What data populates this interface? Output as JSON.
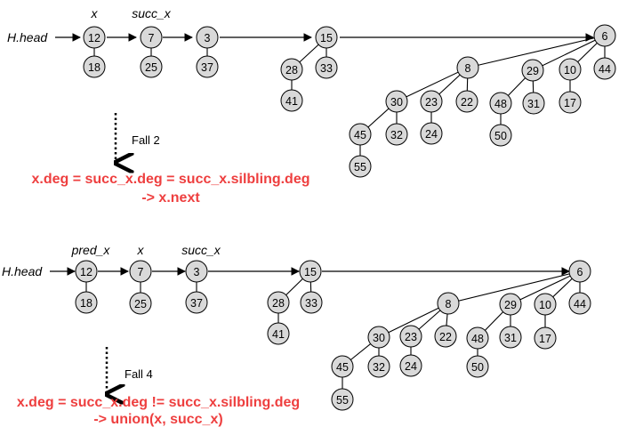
{
  "colors": {
    "node_fill": "#d9d9d9",
    "node_stroke": "#000000",
    "highlight_text": "#ee3f3f"
  },
  "panels": [
    {
      "head_label": "H.head",
      "pointers": [
        "x",
        "succ_x"
      ],
      "case_label_small": "Fall 2",
      "condition": "x.deg = succ_x.deg = succ_x.silbling.deg",
      "action": "-> x.next"
    },
    {
      "head_label": "H.head",
      "pointers": [
        "pred_x",
        "x",
        "succ_x"
      ],
      "case_label_small": "Fall 4",
      "condition": "x.deg = succ_x.deg != succ_x.silbling.deg",
      "action": "-> union(x, succ_x)"
    }
  ],
  "heap": {
    "roots": [
      "12",
      "7",
      "3",
      "15",
      "6"
    ],
    "nodes": [
      "18",
      "25",
      "37",
      "28",
      "33",
      "41",
      "8",
      "29",
      "10",
      "44",
      "30",
      "23",
      "22",
      "48",
      "31",
      "17",
      "45",
      "32",
      "24",
      "50",
      "55"
    ]
  }
}
